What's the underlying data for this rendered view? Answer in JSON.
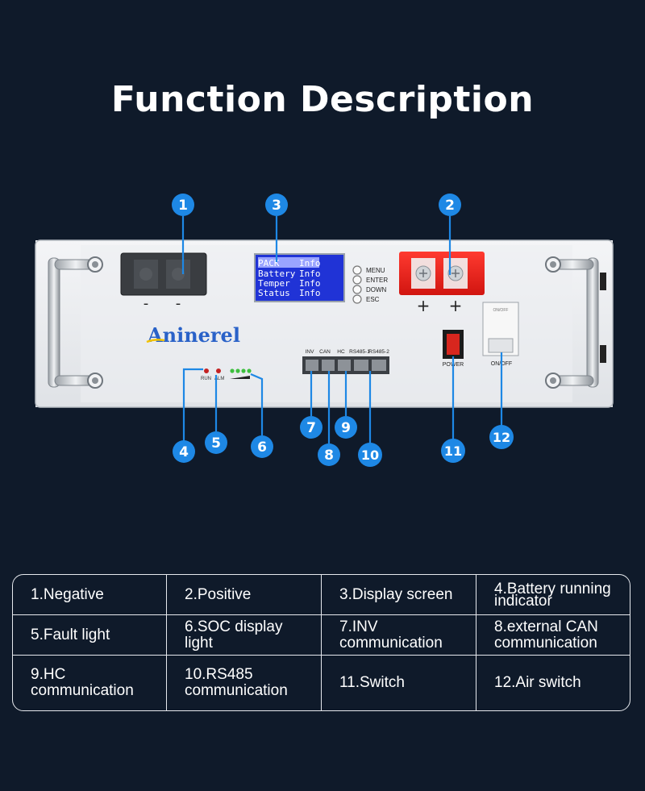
{
  "title": "Function Description",
  "brand": "Aninerel",
  "display_screen": {
    "lines": [
      {
        "label": "PACK",
        "value": "Info"
      },
      {
        "label": "Battery",
        "value": "Info"
      },
      {
        "label": "Temper",
        "value": "Info"
      },
      {
        "label": "Status",
        "value": "Info"
      }
    ]
  },
  "menu_buttons": [
    "MENU",
    "ENTER",
    "DOWN",
    "ESC"
  ],
  "indicator_labels": {
    "run": "RUN",
    "alm": "ALM"
  },
  "port_labels": [
    "INV",
    "CAN",
    "HC",
    "RS485-1",
    "RS485-2"
  ],
  "terminal_signs": {
    "negative": "-",
    "positive": "+"
  },
  "power_label": "POWER",
  "onoff_label": "ON/OFF",
  "callouts": [
    "1",
    "2",
    "3",
    "4",
    "5",
    "6",
    "7",
    "8",
    "9",
    "10",
    "11",
    "12"
  ],
  "colors": {
    "background": "#0f1a2a",
    "callout": "#1e88e5",
    "positive_terminal": "#e8221e",
    "screen": "#2033d6"
  },
  "table": [
    [
      "1.Negative",
      "2.Positive",
      "3.Display screen",
      "4.Battery running indicator"
    ],
    [
      "5.Fault light",
      "6.SOC display light",
      "7.INV communication",
      "8.external CAN communication"
    ],
    [
      "9.HC communication",
      "10.RS485 communication",
      "11.Switch",
      "12.Air switch"
    ]
  ]
}
